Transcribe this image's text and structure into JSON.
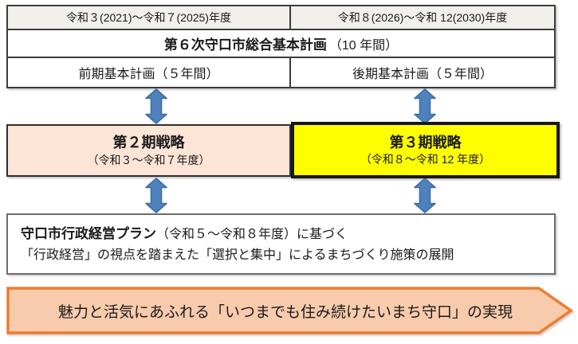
{
  "diagram": {
    "table": {
      "period_left": "令和３(2021)～令和７(2025)年度",
      "period_right": "令和８(2026)～令和 12(2030)年度",
      "plan_title": "第６次守口市総合基本計画",
      "plan_duration": "（10 年間）",
      "early_plan": "前期基本計画（５年間）",
      "late_plan": "後期基本計画（５年間）"
    },
    "strategy2": {
      "title": "第２期戦略",
      "period": "（令和３～令和７年度）"
    },
    "strategy3": {
      "title": "第３期戦略",
      "period": "（令和８～令和 12 年度）"
    },
    "admin_plan": {
      "name": "守口市行政経営プラン",
      "line1_rest": "（令和５～令和８年度）に基づく",
      "line2": "「行政経営」の視点を踏まえた「選択と集中」によるまちづくり施策の展開"
    },
    "goal": "魅力と活気にあふれる「いつまでも住み続けたいまち守口」の実現",
    "icons": {
      "connector": "up-down-arrow-icon"
    },
    "colors": {
      "arrow_fill": "#4f81bd",
      "arrow_stroke": "#3c6ea5",
      "strategy2_fill": "#fce4d6",
      "strategy3_fill": "#ffff00",
      "goal_fill": "#f8cbad",
      "goal_stroke": "#ed7d31",
      "header_row_fill": "#f2f0ed",
      "border_dark": "#3c3c3c"
    }
  }
}
